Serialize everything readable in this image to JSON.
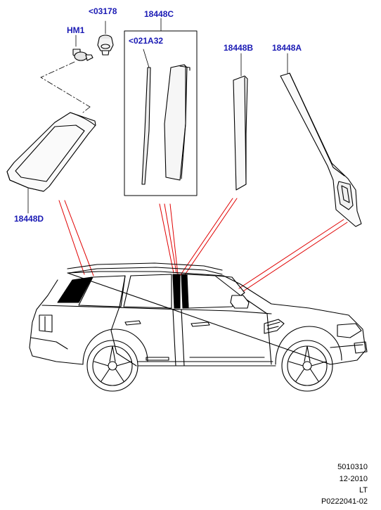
{
  "diagram": {
    "label_color": "#1a1ab4",
    "leader_color": "#e00000",
    "callouts": {
      "clip": "<03178",
      "fastener": "HM1",
      "kit": "18448C",
      "kit_part": "<021A32",
      "b_pillar": "18448B",
      "a_pillar": "18448A",
      "rear_quarter": "18448D"
    },
    "footer": {
      "line1": "5010310",
      "line2": "12-2010",
      "line3": "LT",
      "line4": "P0222041-02"
    }
  }
}
